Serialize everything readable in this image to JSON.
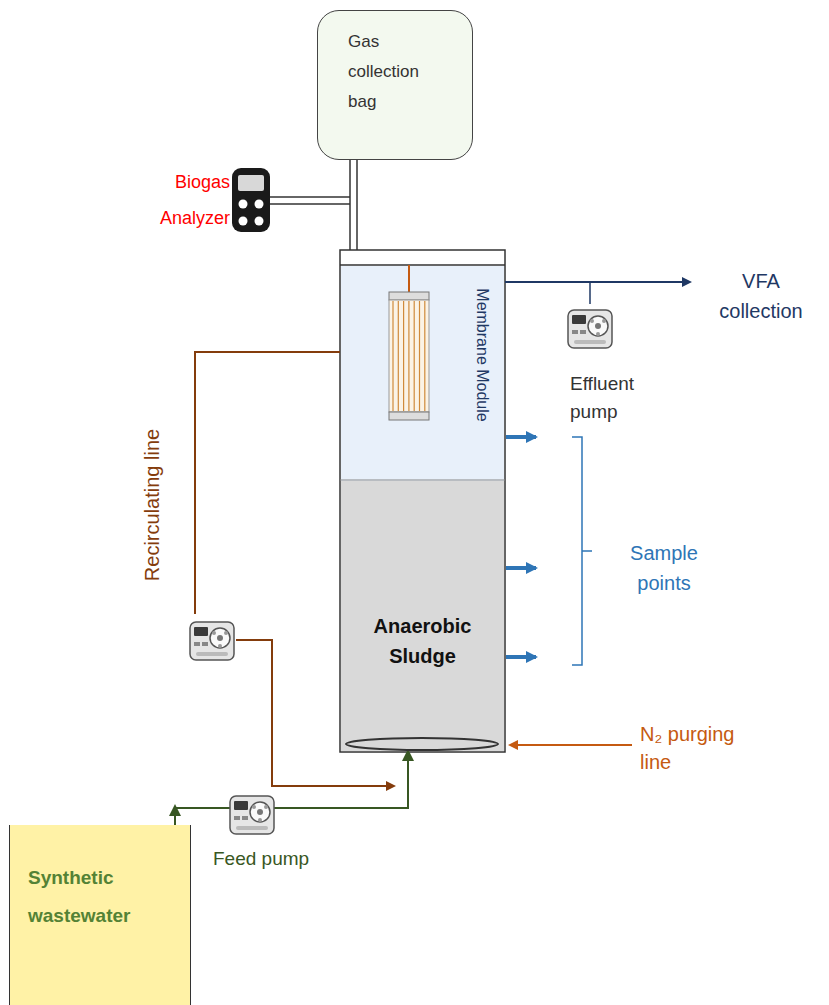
{
  "diagram": {
    "nodes": [
      {
        "text": [
          "Gas collection bag"
        ]
      },
      {
        "text": [
          "Membrane Module"
        ]
      },
      {
        "text": [
          "Anaerobic Sludge"
        ]
      },
      {
        "text": [
          "Synthetic wastewater"
        ]
      }
    ],
    "edges": [
      {
        "from": 3,
        "to": 2,
        "arrow": "to"
      }
    ],
    "labels": [
      "Biogas Analyzer",
      "VFA collection",
      "Effluent pump",
      "Sample points",
      "Recirculating line",
      "N₂ purging line",
      "Feed pump"
    ]
  }
}
